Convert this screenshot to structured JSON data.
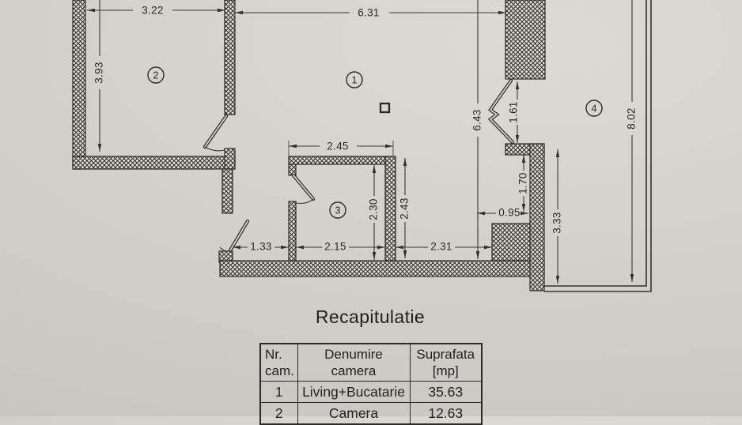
{
  "colors": {
    "paper": "#d4d0cb",
    "ink": "#2b2825",
    "wall_hatch": "#33302c"
  },
  "plan": {
    "room_labels": [
      {
        "num": "1"
      },
      {
        "num": "2"
      },
      {
        "num": "3"
      },
      {
        "num": "4"
      }
    ],
    "dims": {
      "top_room2": "3.22",
      "top_room1": "6.31",
      "room2_height": "3.93",
      "room1_height": "6.43",
      "balcony_door": "1.61",
      "balcony_length": "8.02",
      "room3_top": "2.45",
      "room3_inner_height": "2.30",
      "room3_outer_height": "2.43",
      "wall_seg": "1.70",
      "wall_offset": "0.95",
      "balcony_lower": "3.33",
      "hall_opening": "1.33",
      "room3_width": "2.15",
      "hall_to_wall": "2.31"
    }
  },
  "recap": {
    "title": "Recapitulatie",
    "headers": [
      {
        "text": "Nr.\ncam."
      },
      {
        "text": "Denumire\ncamera"
      },
      {
        "text": "Suprafata\n[mp]"
      }
    ],
    "rows": [
      {
        "nr": "1",
        "name": "Living+Bucatarie",
        "area": "35.63"
      },
      {
        "nr": "2",
        "name": "Camera",
        "area": "12.63"
      }
    ]
  }
}
